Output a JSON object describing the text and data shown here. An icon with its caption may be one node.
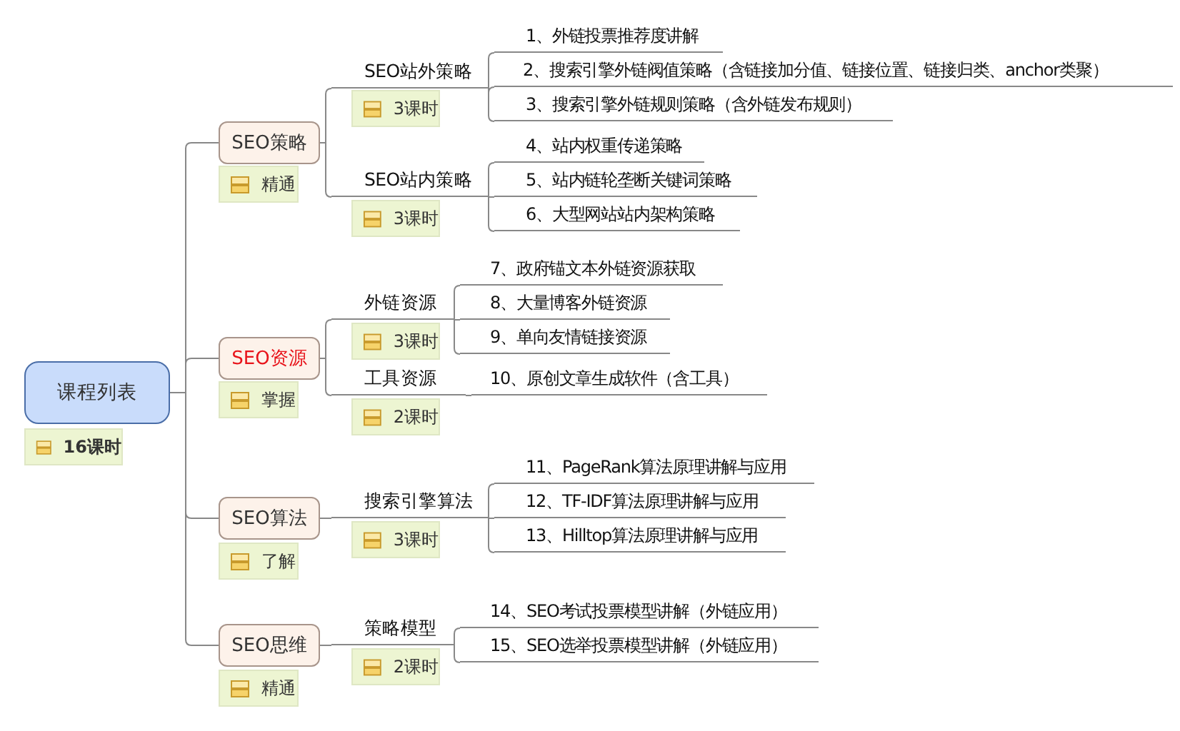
{
  "diagram": {
    "nodes": [
      {
        "text": [
          "课程列表"
        ],
        "beside": [
          "16课时"
        ]
      },
      {
        "text": [
          "SEO策略"
        ],
        "beside": [
          "精通"
        ]
      },
      {
        "text": [
          "SEO站外策略"
        ],
        "beside": [
          "3课时"
        ]
      },
      {
        "text": [
          "1、外链投票推荐度讲解"
        ]
      },
      {
        "text": [
          "2、搜索引擎外链阀值策略（含链接加分值、链接位置、链接归类、anchor类聚）"
        ]
      },
      {
        "text": [
          "3、搜索引擎外链规则策略（含外链发布规则）"
        ]
      },
      {
        "text": [
          "SEO站内策略"
        ],
        "beside": [
          "3课时"
        ]
      },
      {
        "text": [
          "4、站内权重传递策略"
        ]
      },
      {
        "text": [
          "5、站内链轮垄断关键词策略"
        ]
      },
      {
        "text": [
          "6、大型网站站内架构策略"
        ]
      },
      {
        "text": [
          "SEO资源"
        ],
        "beside": [
          "掌握"
        ]
      },
      {
        "text": [
          "外链资源"
        ],
        "beside": [
          "3课时"
        ]
      },
      {
        "text": [
          "7、政府锚文本外链资源获取"
        ]
      },
      {
        "text": [
          "8、大量博客外链资源"
        ]
      },
      {
        "text": [
          "9、单向友情链接资源"
        ]
      },
      {
        "text": [
          "工具资源"
        ],
        "beside": [
          "2课时"
        ]
      },
      {
        "text": [
          "10、原创文章生成软件（含工具）"
        ]
      },
      {
        "text": [
          "SEO算法"
        ],
        "beside": [
          "了解"
        ]
      },
      {
        "text": [
          "搜索引擎算法"
        ],
        "beside": [
          "3课时"
        ]
      },
      {
        "text": [
          "11、PageRank算法原理讲解与应用"
        ]
      },
      {
        "text": [
          "12、TF-IDF算法原理讲解与应用"
        ]
      },
      {
        "text": [
          "13、Hilltop算法原理讲解与应用"
        ]
      },
      {
        "text": [
          "SEO思维"
        ],
        "beside": [
          "精通"
        ]
      },
      {
        "text": [
          "策略模型"
        ],
        "beside": [
          "2课时"
        ]
      },
      {
        "text": [
          "14、SEO考试投票模型讲解（外链应用）"
        ]
      },
      {
        "text": [
          "15、SEO选举投票模型讲解（外链应用）"
        ]
      }
    ],
    "edges": [
      {
        "from": 0,
        "to": 1,
        "arrow": "none"
      },
      {
        "from": 1,
        "to": 2,
        "arrow": "none"
      },
      {
        "from": 2,
        "to": 3,
        "arrow": "none"
      },
      {
        "from": 2,
        "to": 4,
        "arrow": "none"
      },
      {
        "from": 2,
        "to": 5,
        "arrow": "none"
      },
      {
        "from": 1,
        "to": 6,
        "arrow": "none"
      },
      {
        "from": 6,
        "to": 7,
        "arrow": "none"
      },
      {
        "from": 6,
        "to": 8,
        "arrow": "none"
      },
      {
        "from": 6,
        "to": 9,
        "arrow": "none"
      },
      {
        "from": 0,
        "to": 10,
        "arrow": "none"
      },
      {
        "from": 10,
        "to": 11,
        "arrow": "none"
      },
      {
        "from": 11,
        "to": 12,
        "arrow": "none"
      },
      {
        "from": 11,
        "to": 13,
        "arrow": "none"
      },
      {
        "from": 11,
        "to": 14,
        "arrow": "none"
      },
      {
        "from": 10,
        "to": 15,
        "arrow": "none"
      },
      {
        "from": 15,
        "to": 16,
        "arrow": "none"
      },
      {
        "from": 0,
        "to": 17,
        "arrow": "none"
      },
      {
        "from": 17,
        "to": 18,
        "arrow": "none"
      },
      {
        "from": 18,
        "to": 19,
        "arrow": "none"
      },
      {
        "from": 18,
        "to": 20,
        "arrow": "none"
      },
      {
        "from": 18,
        "to": 21,
        "arrow": "none"
      },
      {
        "from": 0,
        "to": 22,
        "arrow": "none"
      },
      {
        "from": 22,
        "to": 23,
        "arrow": "none"
      },
      {
        "from": 23,
        "to": 24,
        "arrow": "none"
      },
      {
        "from": 23,
        "to": 25,
        "arrow": "none"
      }
    ]
  }
}
